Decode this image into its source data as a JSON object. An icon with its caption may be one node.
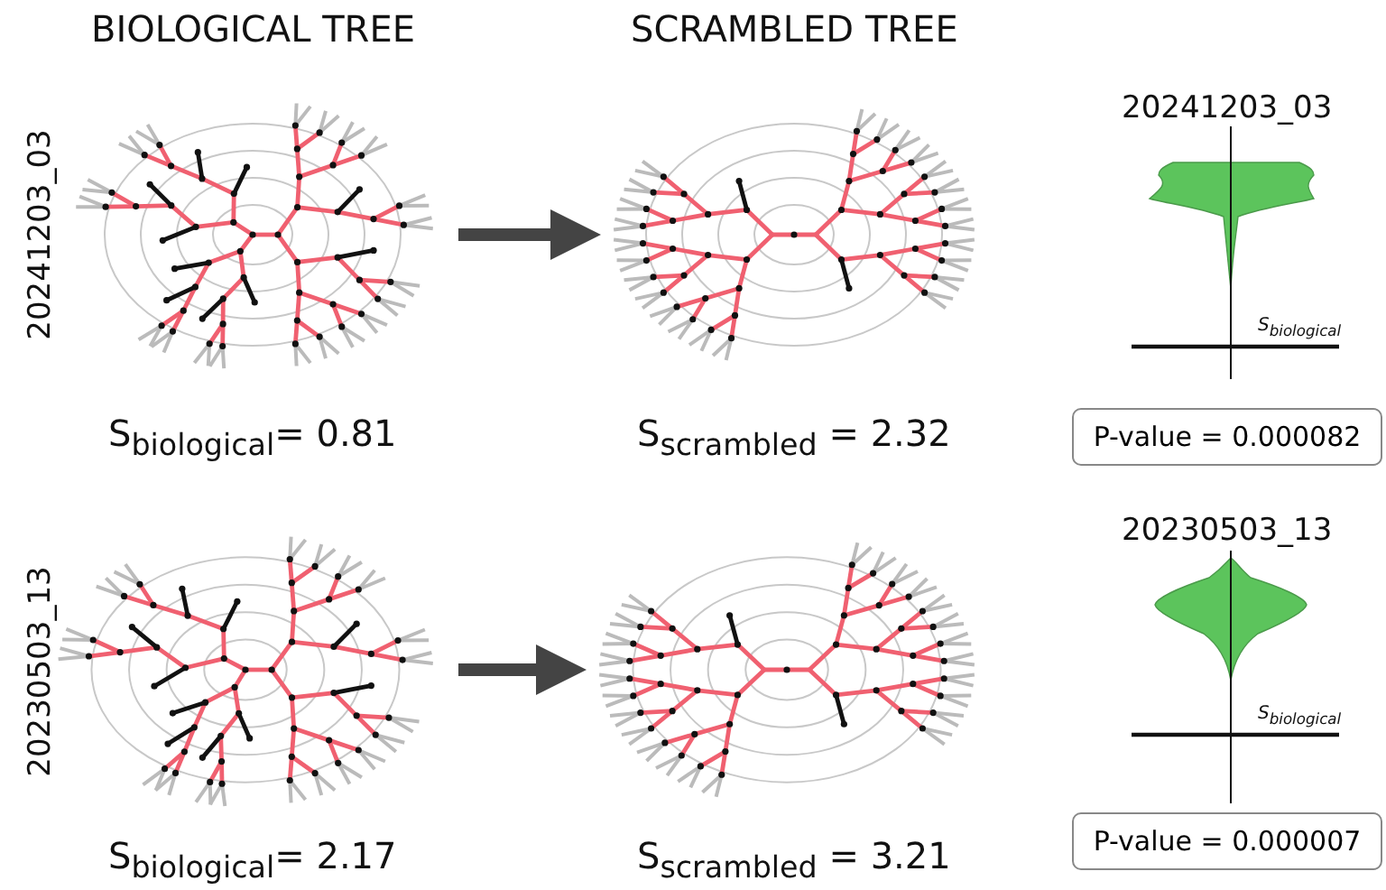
{
  "diagram": {
    "nodes": [
      {
        "text": [],
        "shape": "picture"
      },
      {
        "text": [],
        "shape": "picture"
      },
      {
        "text": [
          "P-value = 0.000082"
        ]
      },
      {
        "text": [],
        "shape": "picture"
      },
      {
        "text": [],
        "shape": "picture"
      },
      {
        "text": [
          "P-value = 0.000007"
        ]
      }
    ],
    "edges": [
      {
        "from": 0,
        "to": 1,
        "arrow": "to"
      },
      {
        "from": 3,
        "to": 4,
        "arrow": "to"
      }
    ],
    "labels": [
      "BIOLOGICAL TREE",
      "SCRAMBLED TREE",
      "20241203_03",
      "20241203_03",
      "S$_{biological}$",
      "S$_{biological}$= 0.81",
      "S$_{scrambled}$ = 2.32",
      "20230503_13",
      "20230503_13",
      "S$_{biological}$",
      "S$_{biological}$= 2.17",
      "S$_{scrambled}$ = 3.21"
    ]
  }
}
